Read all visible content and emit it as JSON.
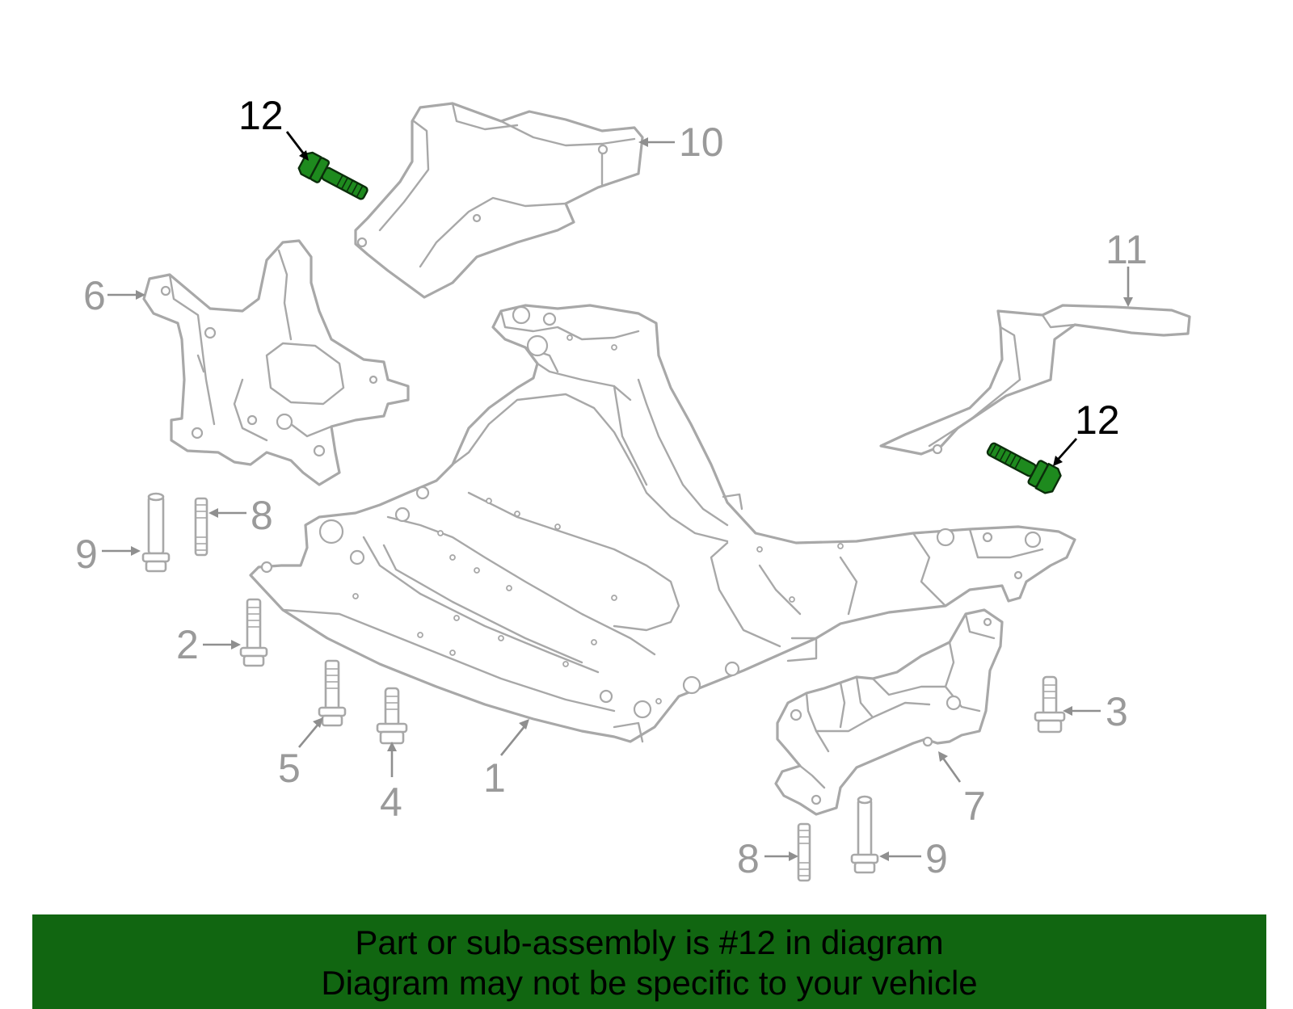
{
  "diagram": {
    "callouts": {
      "c1": "1",
      "c2": "2",
      "c3": "3",
      "c4": "4",
      "c5": "5",
      "c6": "6",
      "c7": "7",
      "c8a": "8",
      "c8b": "8",
      "c9a": "9",
      "c9b": "9",
      "c10": "10",
      "c11": "11",
      "c12a": "12",
      "c12b": "12"
    },
    "highlight_part": "12",
    "colors": {
      "part_outline": "#a8a8a8",
      "callout_text": "#9a9a9a",
      "highlight_text": "#000000",
      "highlight_part_fill": "#1e8a1e",
      "banner_background": "#116611"
    }
  },
  "banner": {
    "line1": "Part or sub-assembly is #12 in diagram",
    "line2": "Diagram may not be specific to your vehicle"
  }
}
